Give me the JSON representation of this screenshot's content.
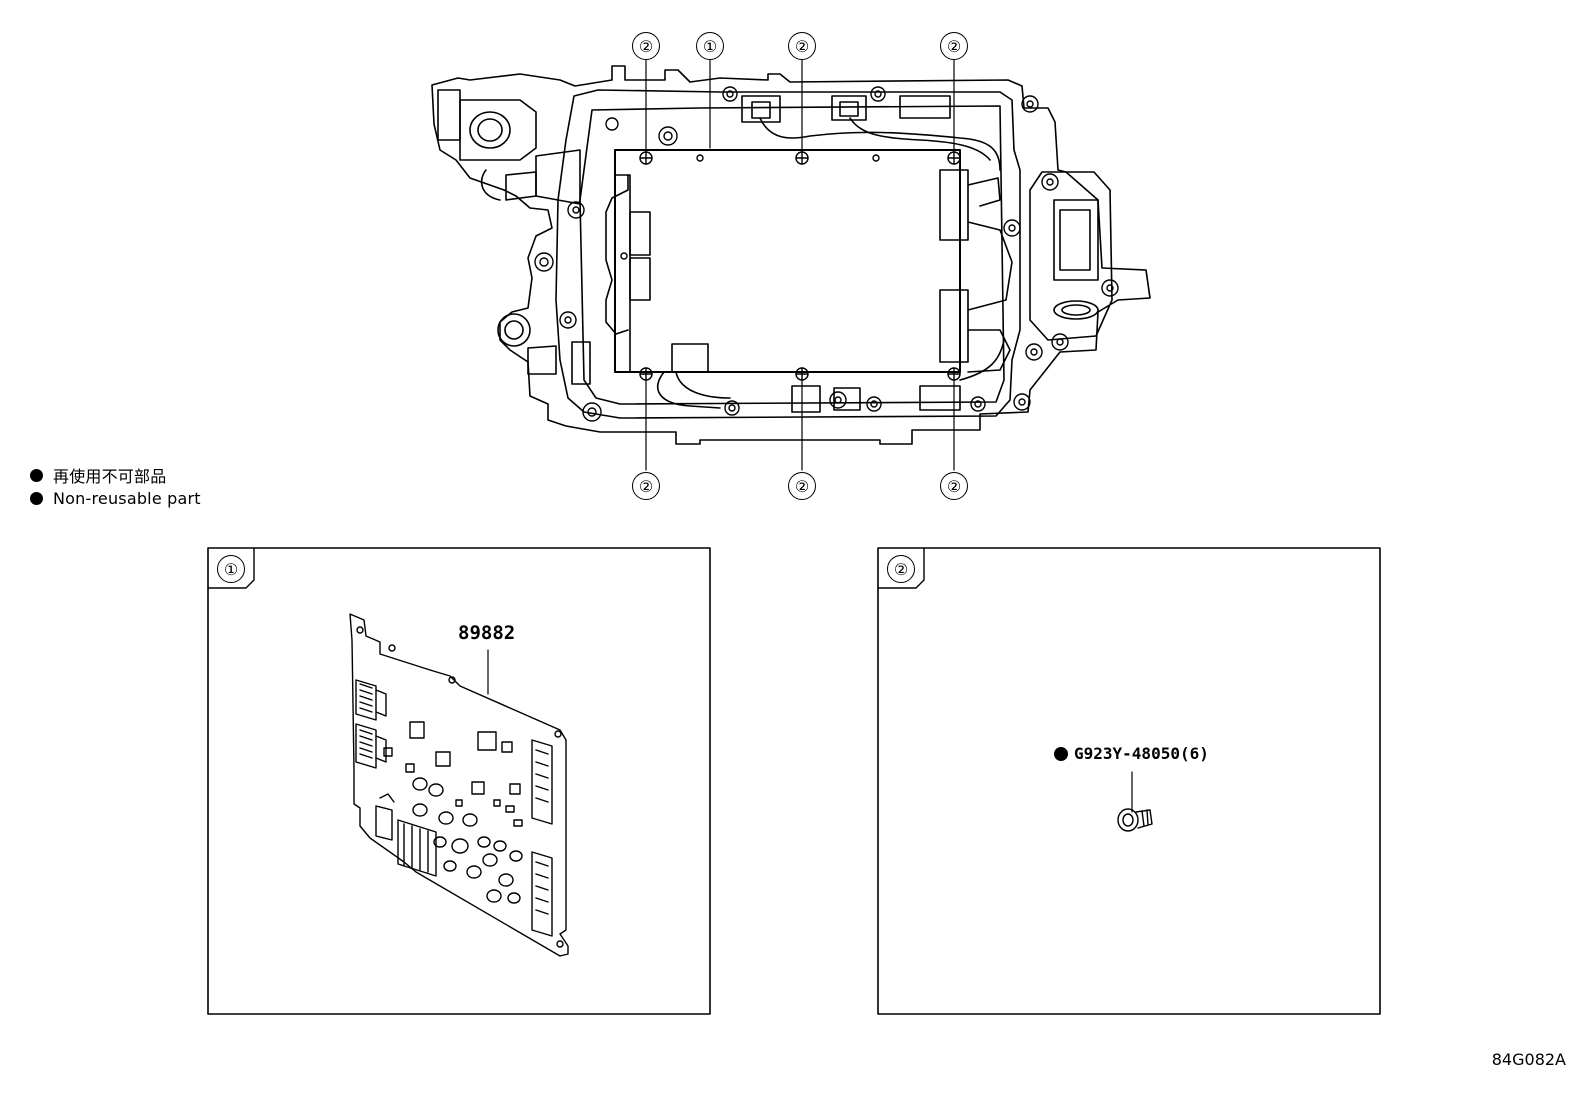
{
  "callouts": {
    "main_top": [
      "②",
      "①",
      "②",
      "②"
    ],
    "main_bottom": [
      "②",
      "②",
      "②"
    ]
  },
  "legend": [
    {
      "text": "再使用不可部品"
    },
    {
      "text": "Non-reusable part"
    }
  ],
  "panels": [
    {
      "number": "①",
      "part_number": "89882"
    },
    {
      "number": "②",
      "part_number": "G923Y-48050(6)",
      "non_reusable": true
    }
  ],
  "diagram_code": "84G082A"
}
